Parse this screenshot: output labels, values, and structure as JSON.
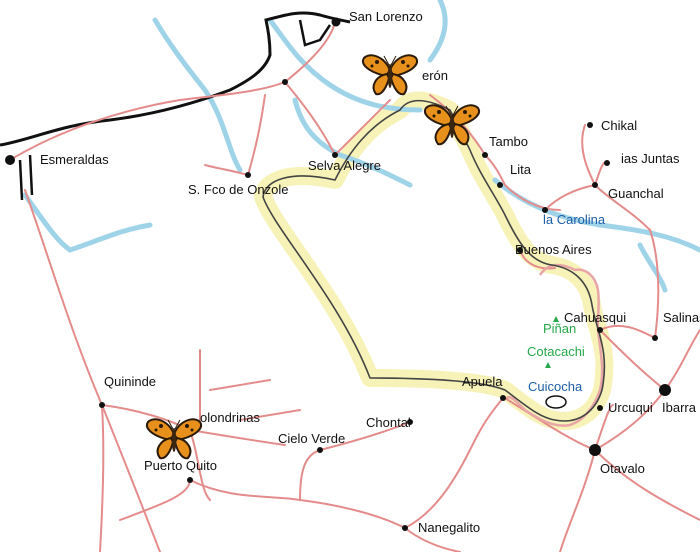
{
  "map": {
    "colors": {
      "coast": "#000000",
      "river": "#9fd4e8",
      "road": "#e48c8c",
      "boundary": "#444444",
      "buffer": "#f7f3b8",
      "lake": "#ffffff",
      "protected": "#e8a6a6"
    },
    "cities_small": [
      {
        "id": "san-lorenzo",
        "label": "San Lorenzo"
      },
      {
        "id": "eron",
        "label": "erón"
      },
      {
        "id": "tambo",
        "label": "Tambo"
      },
      {
        "id": "chikal",
        "label": "Chikal"
      },
      {
        "id": "ias-juntas",
        "label": "ias Juntas"
      },
      {
        "id": "guanchal",
        "label": "Guanchal"
      },
      {
        "id": "lita",
        "label": "Lita"
      },
      {
        "id": "selva-alegre",
        "label": "Selva Alegre"
      },
      {
        "id": "s-fco-de-onzole",
        "label": "S. Fco de Onzole"
      },
      {
        "id": "buenos-aires",
        "label": "Buenos Aires"
      },
      {
        "id": "cahuasqui",
        "label": "Cahuasqui"
      },
      {
        "id": "salinas",
        "label": "Salinas"
      },
      {
        "id": "quininde",
        "label": "Quininde"
      },
      {
        "id": "golondrinas",
        "label": "olondrinas"
      },
      {
        "id": "puerto-quito",
        "label": "Puerto Quito"
      },
      {
        "id": "apuela",
        "label": "Apuela"
      },
      {
        "id": "urcuqui",
        "label": "Urcuqui"
      },
      {
        "id": "chontal",
        "label": "Chontal"
      },
      {
        "id": "cielo-verde",
        "label": "Cielo Verde"
      },
      {
        "id": "nanegalito",
        "label": "Nanegalito"
      }
    ],
    "cities_large": [
      {
        "id": "esmeraldas",
        "label": "Esmeraldas"
      },
      {
        "id": "ibarra",
        "label": "Ibarra"
      },
      {
        "id": "otavalo",
        "label": "Otavalo"
      }
    ],
    "blue_labels": [
      {
        "id": "la-carolina",
        "label": "la Carolina"
      },
      {
        "id": "cuicocha",
        "label": "Cuicocha"
      }
    ],
    "peaks": [
      {
        "id": "pinan",
        "label": "Piñan"
      },
      {
        "id": "cotacachi",
        "label": "Cotacachi"
      }
    ],
    "butterflies": [
      {
        "id": "butterfly-1",
        "icon": "butterfly-icon"
      },
      {
        "id": "butterfly-2",
        "icon": "butterfly-icon"
      },
      {
        "id": "butterfly-3",
        "icon": "butterfly-icon"
      }
    ]
  }
}
